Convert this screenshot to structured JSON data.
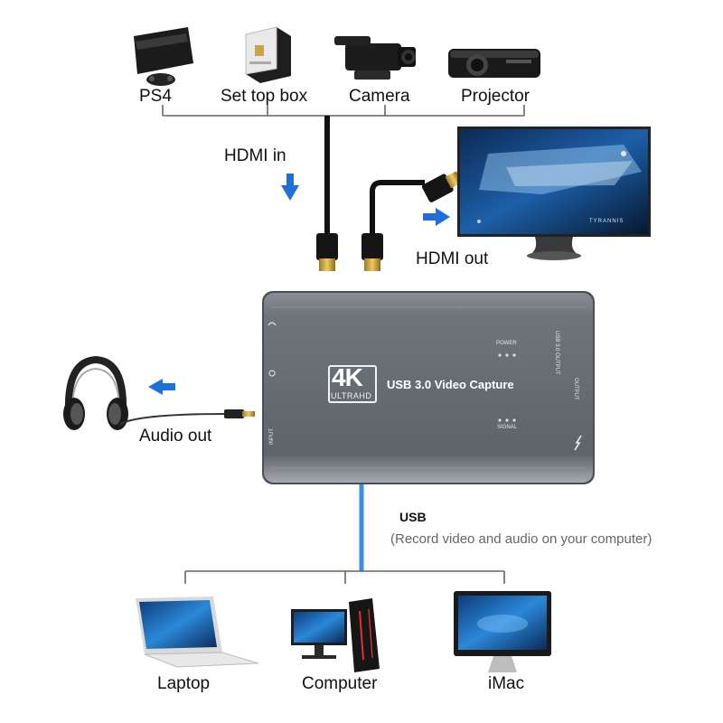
{
  "sources": {
    "ps4": "PS4",
    "settop": "Set top box",
    "camera": "Camera",
    "projector": "Projector"
  },
  "hdmi_in_label": "HDMI in",
  "hdmi_out_label": "HDMI out",
  "audio_out_label": "Audio out",
  "usb": {
    "label": "USB",
    "description": "(Record video and audio on your computer)"
  },
  "targets": {
    "laptop": "Laptop",
    "computer": "Computer",
    "imac": "iMac"
  },
  "device": {
    "badge": "4K",
    "badge_sub": "ULTRAHD",
    "title": "USB 3.0 Video Capture",
    "power": "POWER",
    "signal": "SIGNAL",
    "usb_port": "USB 3.0 OUTPUT",
    "output_port": "OUTPUT",
    "input_port": "INPUT"
  },
  "monitor_logo": "TYRANNIS",
  "colors": {
    "arrow": "#1e6fd9",
    "usb_cable": "#3a8ee6",
    "device_body": "#6e737a",
    "line": "#555555"
  }
}
